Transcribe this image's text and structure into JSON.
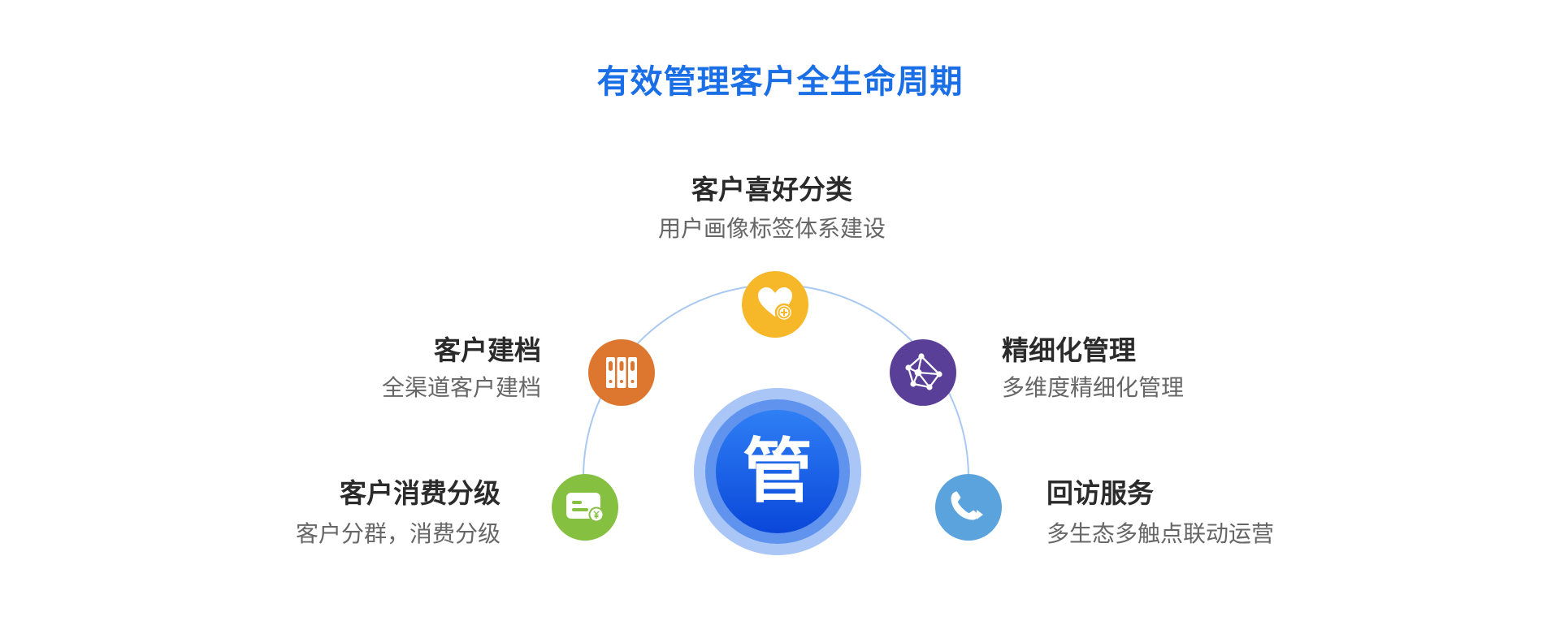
{
  "title": "有效管理客户全生命周期",
  "hub": {
    "label": "管",
    "color": "#1a5fe8"
  },
  "nodes": [
    {
      "id": "preference",
      "title": "客户喜好分类",
      "subtitle": "用户画像标签体系建设",
      "icon": "heart-plus-icon",
      "color": "#f6b728"
    },
    {
      "id": "archive",
      "title": "客户建档",
      "subtitle": "全渠道客户建档",
      "icon": "binders-icon",
      "color": "#dd7730"
    },
    {
      "id": "refined",
      "title": "精细化管理",
      "subtitle": "多维度精细化管理",
      "icon": "network-icon",
      "color": "#5a3f98"
    },
    {
      "id": "tiering",
      "title": "客户消费分级",
      "subtitle": "客户分群，消费分级",
      "icon": "card-coin-icon",
      "color": "#86c040"
    },
    {
      "id": "revisit",
      "title": "回访服务",
      "subtitle": "多生态多触点联动运营",
      "icon": "phone-forward-icon",
      "color": "#5aa3dd"
    }
  ],
  "arc_color": "#a9c9f2"
}
